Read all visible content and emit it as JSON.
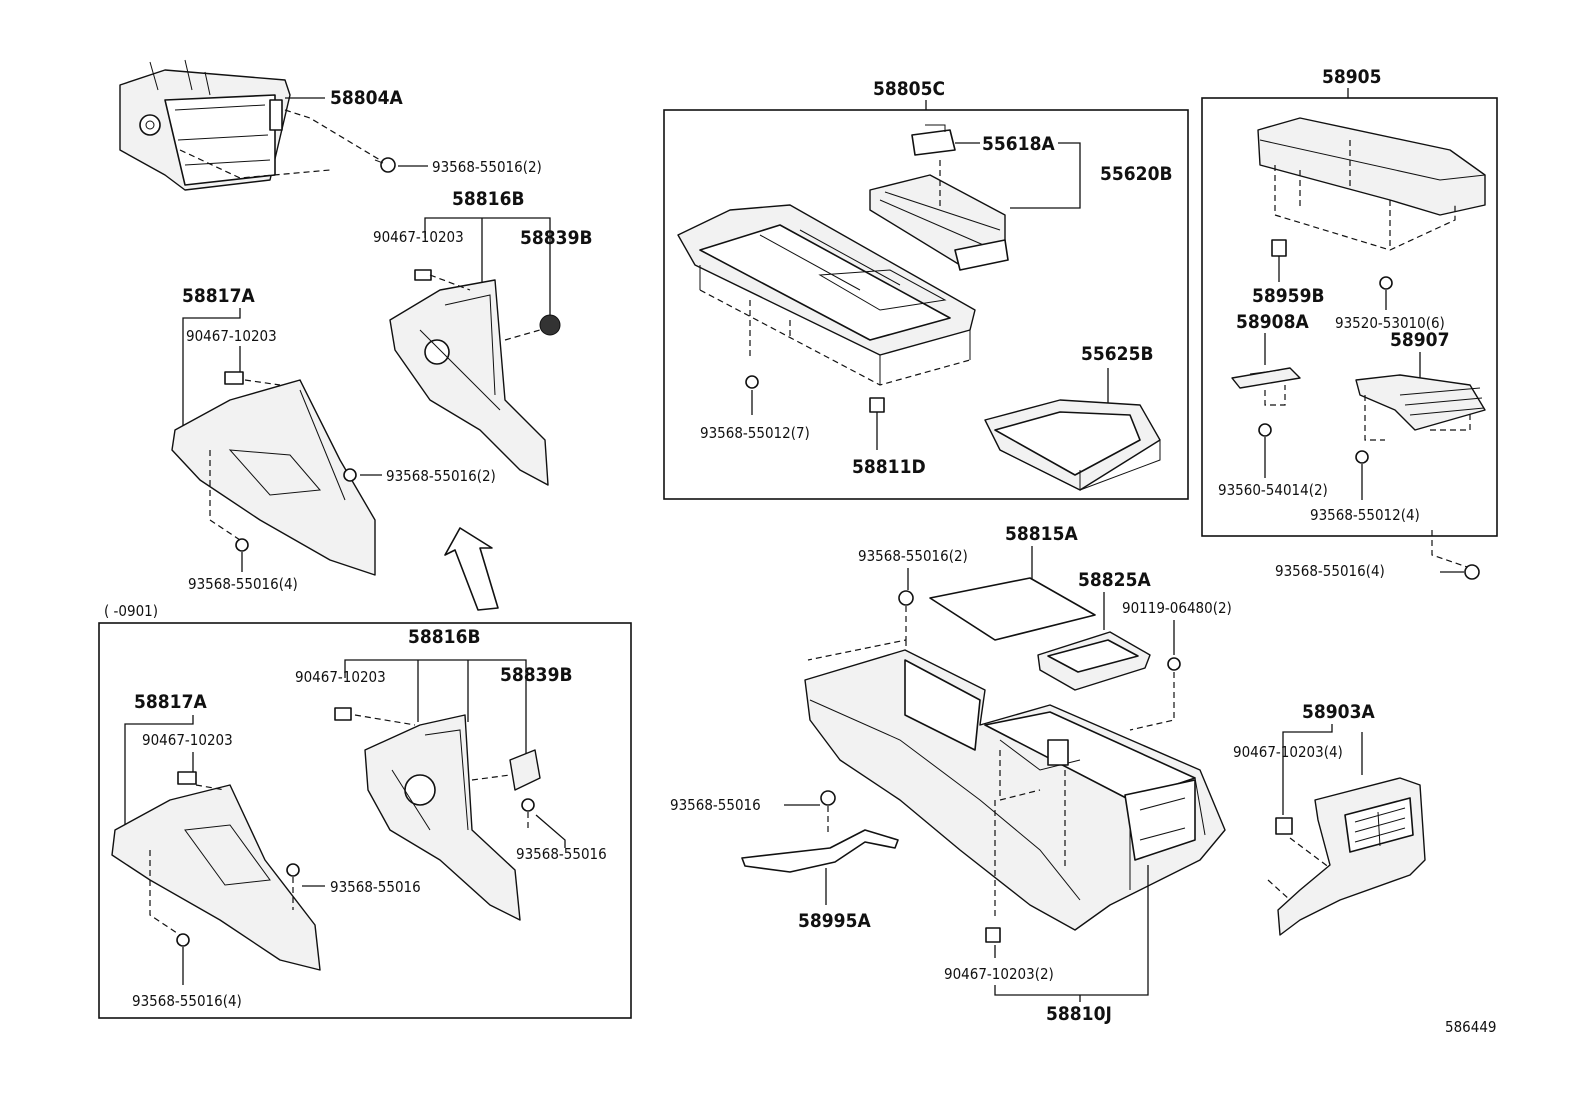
{
  "labels": {
    "p58804A": "58804A",
    "p93568_55016_2_top": "93568-55016(2)",
    "p58816B_upper": "58816B",
    "p90467_10203_upper": "90467-10203",
    "p58839B_upper": "58839B",
    "p58817A_upper": "58817A",
    "p90467_10203_upper_left": "90467-10203",
    "p93568_55016_2_mid": "93568-55016(2)",
    "p93568_55016_4_upper": "93568-55016(4)",
    "range_note": "(    -0901)",
    "p58816B_lower": "58816B",
    "p90467_10203_lower": "90467-10203",
    "p58839B_lower": "58839B",
    "p58817A_lower": "58817A",
    "p90467_10203_lower_left": "90467-10203",
    "p93568_55016_lower_right": "93568-55016",
    "p93568_55016_lower_mid": "93568-55016",
    "p93568_55016_4_lower": "93568-55016(4)",
    "p58805C": "58805C",
    "p55618A": "55618A",
    "p55620B": "55620B",
    "p55625B": "55625B",
    "p93568_55012_7": "93568-55012(7)",
    "p58811D": "58811D",
    "p58905": "58905",
    "p58959B": "58959B",
    "p93520_53010_6": "93520-53010(6)",
    "p58908A": "58908A",
    "p58907": "58907",
    "p93560_54014_2": "93560-54014(2)",
    "p93568_55012_4": "93568-55012(4)",
    "p93568_55016_4_right": "93568-55016(4)",
    "p58815A": "58815A",
    "p93568_55016_2_center": "93568-55016(2)",
    "p58825A": "58825A",
    "p90119_06480_2": "90119-06480(2)",
    "p93568_55016_bracket": "93568-55016",
    "p58995A": "58995A",
    "p58903A": "58903A",
    "p90467_10203_4": "90467-10203(4)",
    "p90467_10203_2": "90467-10203(2)",
    "p58810J": "58810J",
    "diagram_id": "586449"
  }
}
